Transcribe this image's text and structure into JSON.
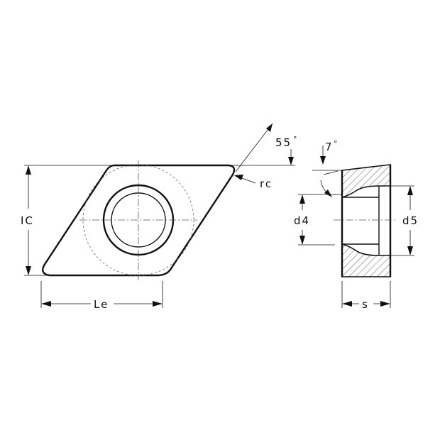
{
  "labels": {
    "ic": "IC",
    "le": "Le",
    "rc": "rc",
    "angle55": "55",
    "angle7": "7",
    "degree": "°",
    "d4": "d4",
    "d5": "d5",
    "s": "s"
  }
}
